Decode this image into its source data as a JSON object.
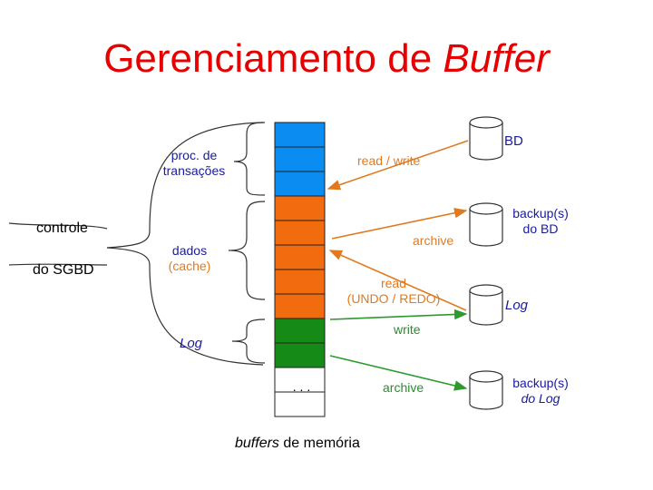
{
  "title": {
    "main": "Gerenciamento de",
    "emphasis": "Buffer"
  },
  "labels": {
    "transactions_line1": "proc. de",
    "transactions_line2": "transações",
    "control": "controle",
    "dbms": "do SGBD",
    "data_line1": "dados",
    "data_line2": "(cache)",
    "log": "Log",
    "ellipsis": ". . .",
    "buffers_emph": "buffers",
    "buffers_rest": " de memória"
  },
  "arrows": {
    "read_write": "read / write",
    "archive_top": "archive",
    "read_undo_line1": "read",
    "read_undo_line2": "(UNDO / REDO)",
    "write": "write",
    "archive_bottom": "archive"
  },
  "stores": {
    "bd": "BD",
    "backup_bd_line1": "backup(s)",
    "backup_bd_line2": "do BD",
    "log": "Log",
    "backup_log_line1": "backup(s)",
    "backup_log_line2": "do Log"
  },
  "buffer_cells": [
    {
      "group": "transactions",
      "color": "#0a8cf0"
    },
    {
      "group": "transactions",
      "color": "#0a8cf0"
    },
    {
      "group": "transactions",
      "color": "#0a8cf0"
    },
    {
      "group": "data",
      "color": "#f26b0f"
    },
    {
      "group": "data",
      "color": "#f26b0f"
    },
    {
      "group": "data",
      "color": "#f26b0f"
    },
    {
      "group": "data",
      "color": "#f26b0f"
    },
    {
      "group": "data",
      "color": "#f26b0f"
    },
    {
      "group": "log",
      "color": "#168a16"
    },
    {
      "group": "log",
      "color": "#168a16"
    },
    {
      "group": "ellipsis",
      "color": "#ffffff"
    },
    {
      "group": "empty",
      "color": "#ffffff"
    }
  ],
  "colors": {
    "title": "#e60000",
    "orange_arrow": "#e07a20",
    "green_arrow": "#2e9a2e",
    "text_blue": "#1a1aa0",
    "text_orange": "#e07a20",
    "text_green": "#2e8a2e"
  }
}
